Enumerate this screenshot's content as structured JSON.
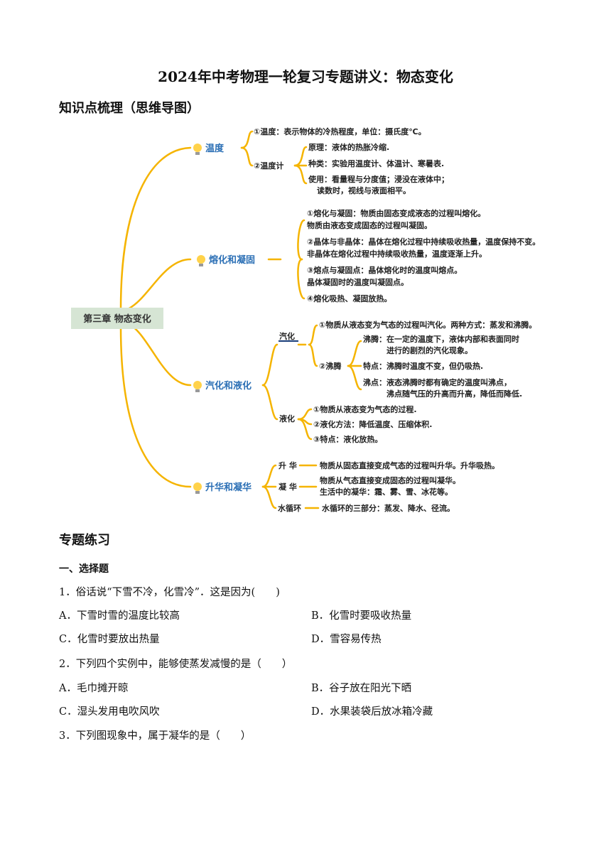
{
  "title": "2024年中考物理一轮复习专题讲义：物态变化",
  "section_mindmap": "知识点梳理（思维导图）",
  "mindmap": {
    "root": "第三章 物态变化",
    "temp": {
      "label": "温度",
      "item1": "①温度：表示物体的冷热程度，单位：摄氏度℃。",
      "item2": "②温度计",
      "sub1": "原理：液体的热胀冷缩.",
      "sub2": "种类：实验用温度计、体温计、寒暑表.",
      "sub3a": "使用：看量程与分度值；浸没在液体中；",
      "sub3b": "读数时，视线与液面相平。"
    },
    "melt": {
      "label": "熔化和凝固",
      "l1": "①熔化与凝固：物质由固态变成液态的过程叫熔化。",
      "l2": "物质由液态变成固态的过程叫凝固。",
      "l3": "②晶体与非晶体：晶体在熔化过程中持续吸收热量，温度保持不变。",
      "l4": "非晶体在熔化过程中持续吸收热量，温度逐渐上升。",
      "l5": "③熔点与凝固点：晶体熔化时的温度叫熔点。",
      "l6": "晶体凝固时的温度叫凝固点。",
      "l7": "④熔化吸热、凝固放热。"
    },
    "vapor": {
      "label": "汽化和液化",
      "qihua": "汽化",
      "q1": "①物质从液态变为气态的过程叫汽化。两种方式：蒸发和沸腾。",
      "q2": "②沸腾",
      "b1a": "沸腾：在一定的温度下，液体内部和表面同时",
      "b1b": "进行的剧烈的汽化现象。",
      "b2": "特点：沸腾时温度不变，但仍吸热.",
      "b3a": "沸点：液态沸腾时都有确定的温度叫沸点，",
      "b3b": "沸点随气压的升高而升高，降低而降低.",
      "yehua": "液化",
      "y1": "①物质从液态变为气态的过程.",
      "y2": "②液化方法：降低温度、压缩体积.",
      "y3": "③特点：液化放热。"
    },
    "sublim": {
      "label": "升华和凝华",
      "s1k": "升 华",
      "s1": "物质从固态直接变成气态的过程叫升华。升华吸热。",
      "s2k": "凝 华",
      "s2a": "物质从气态直接变成固态的过程叫凝华。",
      "s2b": "生活中的凝华：霜、雾、雪、冰花等。",
      "s3k": "水循环",
      "s3": "水循环的三部分：蒸发、降水、径流。"
    }
  },
  "section_exercise": "专题练习",
  "part1": "一、选择题",
  "questions": [
    {
      "stem": "1．俗话说“下雪不冷，化雪冷”．这是因为(　　)",
      "A": "A．下雪时雪的温度比较高",
      "B": "B．化雪时要吸收热量",
      "C": "C．化雪时要放出热量",
      "D": "D．雪容易传热"
    },
    {
      "stem": "2．下列四个实例中，能够使蒸发减慢的是（　　）",
      "A": "A．毛巾摊开晾",
      "B": "B．谷子放在阳光下晒",
      "C": "C．湿头发用电吹风吹",
      "D": "D．水果装袋后放冰箱冷藏"
    },
    {
      "stem": "3．下列图现象中，属于凝华的是（　　）"
    }
  ],
  "colors": {
    "branch": "#f5b400",
    "main_text": "#2b6fb5",
    "root_bg": "#d6e5d4"
  },
  "icons": [
    "bulb-icon"
  ]
}
